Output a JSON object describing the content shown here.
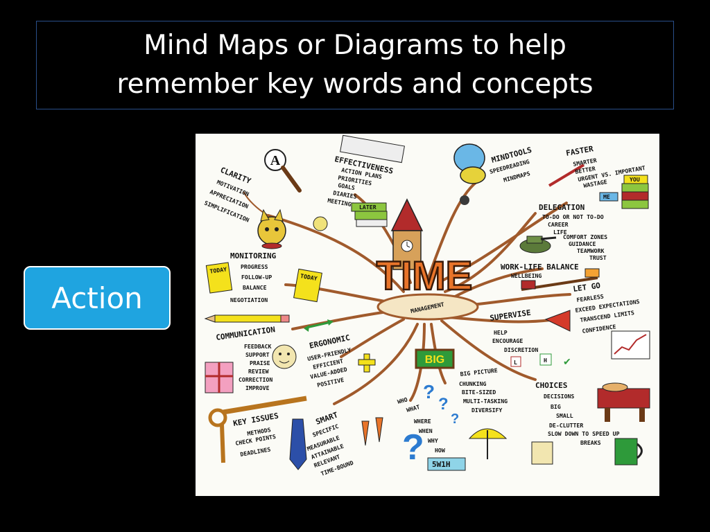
{
  "slide": {
    "title_line1": "Mind Maps or Diagrams to help",
    "title_line2": "remember key words and concepts",
    "action_label": "Action"
  },
  "mindmap": {
    "center": {
      "word": "TIME",
      "sub": "MANAGEMENT"
    },
    "clarity": {
      "heading": "CLARITY",
      "items": [
        "MOTIVATION",
        "APPRECIATION",
        "SIMPLIFICATION"
      ],
      "badge": "A"
    },
    "effectiveness": {
      "heading": "EFFECTIVENESS",
      "items": [
        "ACTION PLANS",
        "PRIORITIES",
        "GOALS",
        "DIARIES",
        "MEETINGS"
      ],
      "book_label": "LATER"
    },
    "mindtools": {
      "heading": "MINDTOOLS",
      "items": [
        "SPEEDREADING",
        "MINDMAPS"
      ]
    },
    "faster": {
      "heading": "FASTER",
      "items": [
        "SMARTER",
        "BETTER",
        "URGENT VS. IMPORTANT",
        "WASTAGE"
      ],
      "books": [
        "YOU",
        "ME"
      ]
    },
    "delegation": {
      "heading": "DELEGATION",
      "items": [
        "TO-DO OR NOT TO-DO",
        "CAREER",
        "LIFE",
        "COMFORT ZONES",
        "GUIDANCE",
        "TEAMWORK",
        "TRUST"
      ]
    },
    "monitoring": {
      "heading": "MONITORING",
      "items": [
        "PROGRESS",
        "FOLLOW-UP",
        "BALANCE",
        "NEGOTIATION"
      ],
      "notes": [
        "TODAY",
        "TODAY"
      ]
    },
    "worklife": {
      "heading": "WORK-LIFE BALANCE",
      "items": [
        "WELLBEING"
      ]
    },
    "letgo": {
      "heading": "LET GO",
      "items": [
        "FEARLESS",
        "EXCEED EXPECTATIONS",
        "TRANSCEND LIMITS",
        "CONFIDENCE"
      ]
    },
    "communication": {
      "heading": "COMMUNICATION",
      "items": [
        "FEEDBACK",
        "SUPPORT",
        "PRAISE",
        "REVIEW",
        "CORRECTION",
        "IMPROVE"
      ]
    },
    "ergonomic": {
      "heading": "ERGONOMIC",
      "items": [
        "USER-FRIENDLY",
        "EFFICIENT",
        "VALUE-ADDED",
        "POSITIVE"
      ]
    },
    "supervise": {
      "heading": "SUPERVISE",
      "items": [
        "HELP",
        "ENCOURAGE",
        "DISCRETION"
      ],
      "formula": [
        "L",
        "H"
      ]
    },
    "bigpicture": {
      "sign": "BIG",
      "items": [
        "BIG PICTURE",
        "CHUNKING",
        "BITE-SIZED",
        "MULTI-TASKING",
        "DIVERSIFY"
      ]
    },
    "choices": {
      "heading": "CHOICES",
      "items": [
        "DECISIONS",
        "BIG",
        "SMALL",
        "DE-CLUTTER",
        "SLOW DOWN TO SPEED UP",
        "BREAKS"
      ]
    },
    "keyissues": {
      "heading": "KEY ISSUES",
      "items": [
        "METHODS",
        "CHECK POINTS",
        "DEADLINES"
      ]
    },
    "smart": {
      "heading": "SMART",
      "items": [
        "SPECIFIC",
        "MEASURABLE",
        "ATTAINABLE",
        "RELEVANT",
        "TIME-BOUND"
      ]
    },
    "fivew": {
      "items": [
        "WHO",
        "WHAT",
        "WHERE",
        "WHEN",
        "WHY",
        "HOW"
      ],
      "badge": "5W1H"
    },
    "colors": {
      "branch": "#a05a2c",
      "center_orange": "#e8742a",
      "accent_blue": "#1fa4e0",
      "sticky_yellow": "#f4e11c"
    }
  }
}
